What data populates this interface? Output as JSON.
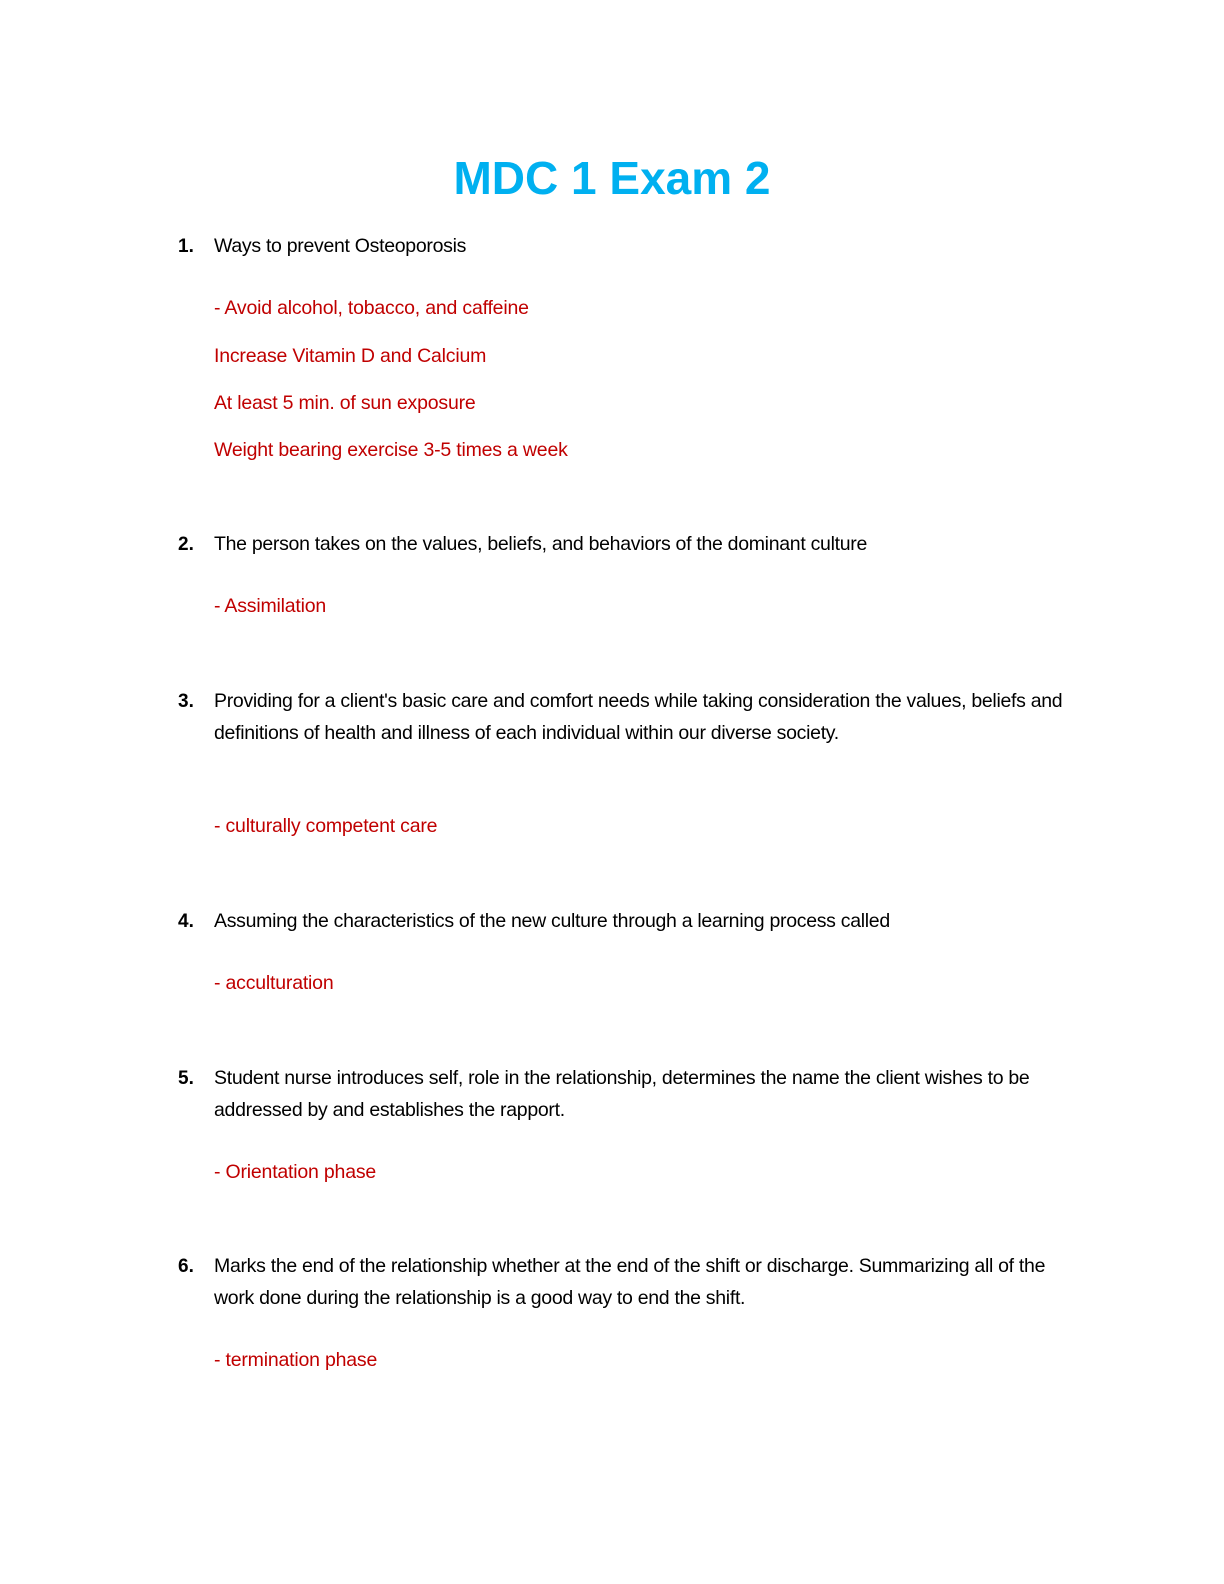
{
  "document": {
    "title": "MDC 1 Exam 2",
    "title_color": "#00b0f0",
    "answer_color": "#c00000",
    "questions": [
      {
        "number": "1.",
        "text": "Ways to prevent Osteoporosis",
        "answers": [
          "- Avoid alcohol, tobacco, and caffeine",
          "Increase Vitamin D and Calcium",
          "At least 5 min. of sun exposure",
          "Weight bearing exercise 3-5 times a week"
        ]
      },
      {
        "number": "2.",
        "text": "The person takes on the values, beliefs, and behaviors of the dominant culture",
        "answers": [
          "- Assimilation"
        ]
      },
      {
        "number": "3.",
        "text": "Providing for a client's basic care and comfort needs while taking consideration the values, beliefs and definitions of health and illness of each individual within our diverse society.",
        "answers": [
          "- culturally competent care"
        ]
      },
      {
        "number": "4.",
        "text": "Assuming the characteristics of the new culture through a learning process called",
        "answers": [
          "- acculturation"
        ]
      },
      {
        "number": "5.",
        "text": "Student nurse introduces self, role in the relationship, determines the name the client wishes to be addressed by and establishes the rapport.",
        "answers": [
          "- Orientation phase"
        ]
      },
      {
        "number": "6.",
        "text": "Marks the end of the relationship whether at the end of the shift or discharge. Summarizing all of the work done during the relationship is a good way to end the shift.",
        "answers": [
          "- termination phase"
        ]
      }
    ]
  }
}
